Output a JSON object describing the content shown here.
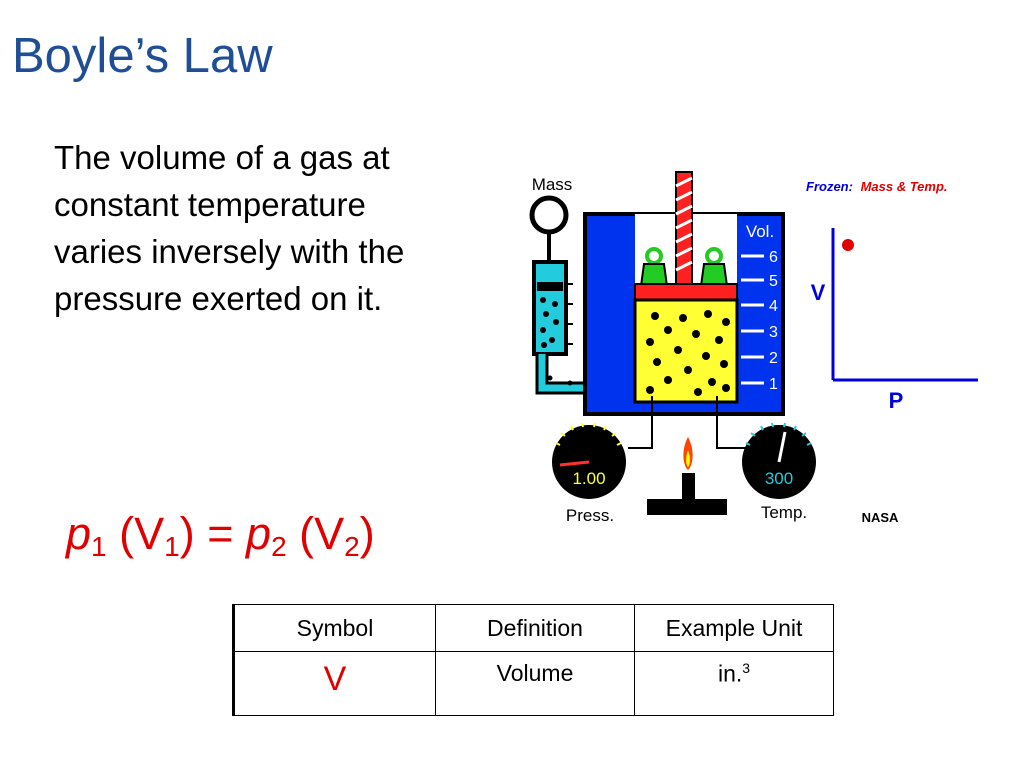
{
  "title": "Boyle’s Law",
  "description_lines": [
    "The volume of a gas at",
    "constant temperature",
    "varies inversely with the",
    "pressure exerted on it."
  ],
  "figure": {
    "mass_label": "Mass",
    "frozen_prefix": "Frozen:",
    "frozen_items": "Mass & Temp.",
    "vol_label": "Vol.",
    "vol_scale": [
      "6",
      "5",
      "4",
      "3",
      "2",
      "1"
    ],
    "press_value": "1.00",
    "press_label": "Press.",
    "temp_value": "300",
    "temp_label": "Temp.",
    "graph_y_label": "V",
    "graph_x_label": "P",
    "credit": "NASA",
    "colors": {
      "water": "#0033ee",
      "gas": "#ffff33",
      "piston": "#ff2020",
      "weights": "#22cc22",
      "syringe": "#22ccdd",
      "label_blue": "#0000dd"
    }
  },
  "equation": {
    "p": "p",
    "sub1": "1",
    "v": "V",
    "sub2": "2",
    "open": "(",
    "close": ")",
    "equals": "="
  },
  "table": {
    "headers": [
      "Symbol",
      "Definition",
      "Example Unit"
    ],
    "row": {
      "symbol": "V",
      "definition": "Volume",
      "unit": "in.",
      "unit_exp": "3"
    }
  }
}
